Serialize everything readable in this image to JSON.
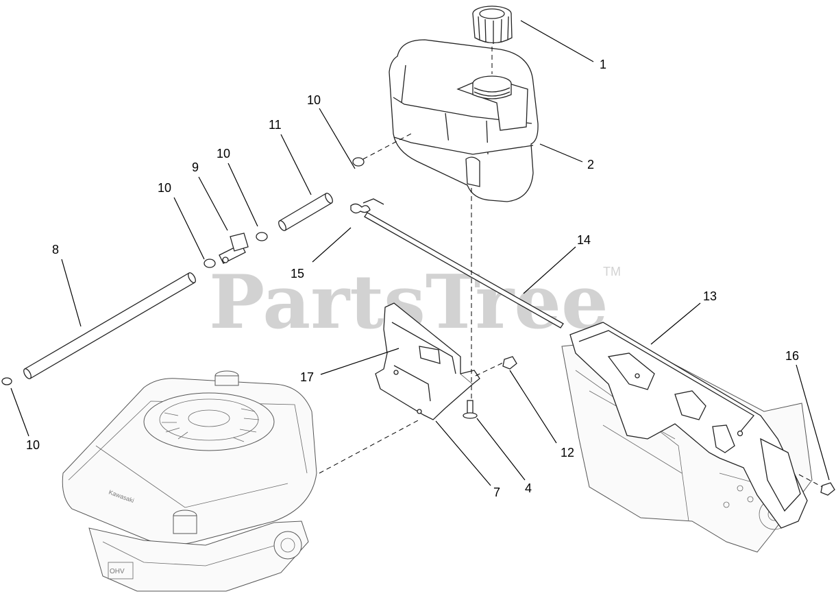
{
  "watermark": {
    "brand": "PartsTree",
    "trademark": "TM",
    "color": "#d2d2d2"
  },
  "callouts": [
    {
      "id": "c1",
      "label": "1"
    },
    {
      "id": "c2",
      "label": "2"
    },
    {
      "id": "c4",
      "label": "4"
    },
    {
      "id": "c7",
      "label": "7"
    },
    {
      "id": "c8",
      "label": "8"
    },
    {
      "id": "c9",
      "label": "9"
    },
    {
      "id": "c10a",
      "label": "10"
    },
    {
      "id": "c10b",
      "label": "10"
    },
    {
      "id": "c10c",
      "label": "10"
    },
    {
      "id": "c10d",
      "label": "10"
    },
    {
      "id": "c11",
      "label": "11"
    },
    {
      "id": "c12",
      "label": "12"
    },
    {
      "id": "c13",
      "label": "13"
    },
    {
      "id": "c14",
      "label": "14"
    },
    {
      "id": "c15",
      "label": "15"
    },
    {
      "id": "c16",
      "label": "16"
    },
    {
      "id": "c17",
      "label": "17"
    }
  ]
}
